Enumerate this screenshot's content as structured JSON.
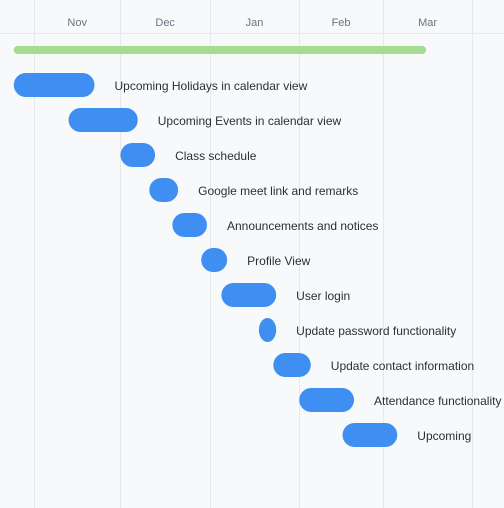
{
  "chart_data": {
    "type": "gantt",
    "title": "",
    "xlabel": "",
    "ylabel": "",
    "x_axis": {
      "months": [
        {
          "label": "Nov",
          "start": "2023-11-01",
          "end": "2023-12-01"
        },
        {
          "label": "Dec",
          "start": "2023-12-01",
          "end": "2024-01-01"
        },
        {
          "label": "Jan",
          "start": "2024-01-01",
          "end": "2024-02-01"
        },
        {
          "label": "Feb",
          "start": "2024-02-01",
          "end": "2024-03-01"
        },
        {
          "label": "Mar",
          "start": "2024-03-01",
          "end": "2024-04-01"
        }
      ],
      "range": [
        "2023-10-23",
        "2024-04-12"
      ]
    },
    "grid": true,
    "summary_bar": {
      "start": "2023-10-25",
      "end": "2024-03-16",
      "color": "#a6dc92"
    },
    "bar_color": "#3f8ef2",
    "tasks": [
      {
        "name": "Upcoming Holidays in calendar view",
        "start": "2023-10-25",
        "end": "2023-11-22"
      },
      {
        "name": "Upcoming Events in calendar view",
        "start": "2023-11-13",
        "end": "2023-12-07"
      },
      {
        "name": "Class schedule",
        "start": "2023-12-01",
        "end": "2023-12-13"
      },
      {
        "name": "Google meet link and remarks",
        "start": "2023-12-11",
        "end": "2023-12-21"
      },
      {
        "name": "Announcements and notices",
        "start": "2023-12-19",
        "end": "2023-12-31"
      },
      {
        "name": "Profile View",
        "start": "2023-12-29",
        "end": "2024-01-07"
      },
      {
        "name": "User login",
        "start": "2024-01-05",
        "end": "2024-01-24"
      },
      {
        "name": "Update password functionality",
        "start": "2024-01-18",
        "end": "2024-01-24"
      },
      {
        "name": "Update contact information",
        "start": "2024-01-23",
        "end": "2024-02-05"
      },
      {
        "name": "Attendance functionality",
        "start": "2024-02-01",
        "end": "2024-02-20"
      },
      {
        "name": "Upcoming",
        "start": "2024-02-16",
        "end": "2024-03-06"
      }
    ]
  }
}
